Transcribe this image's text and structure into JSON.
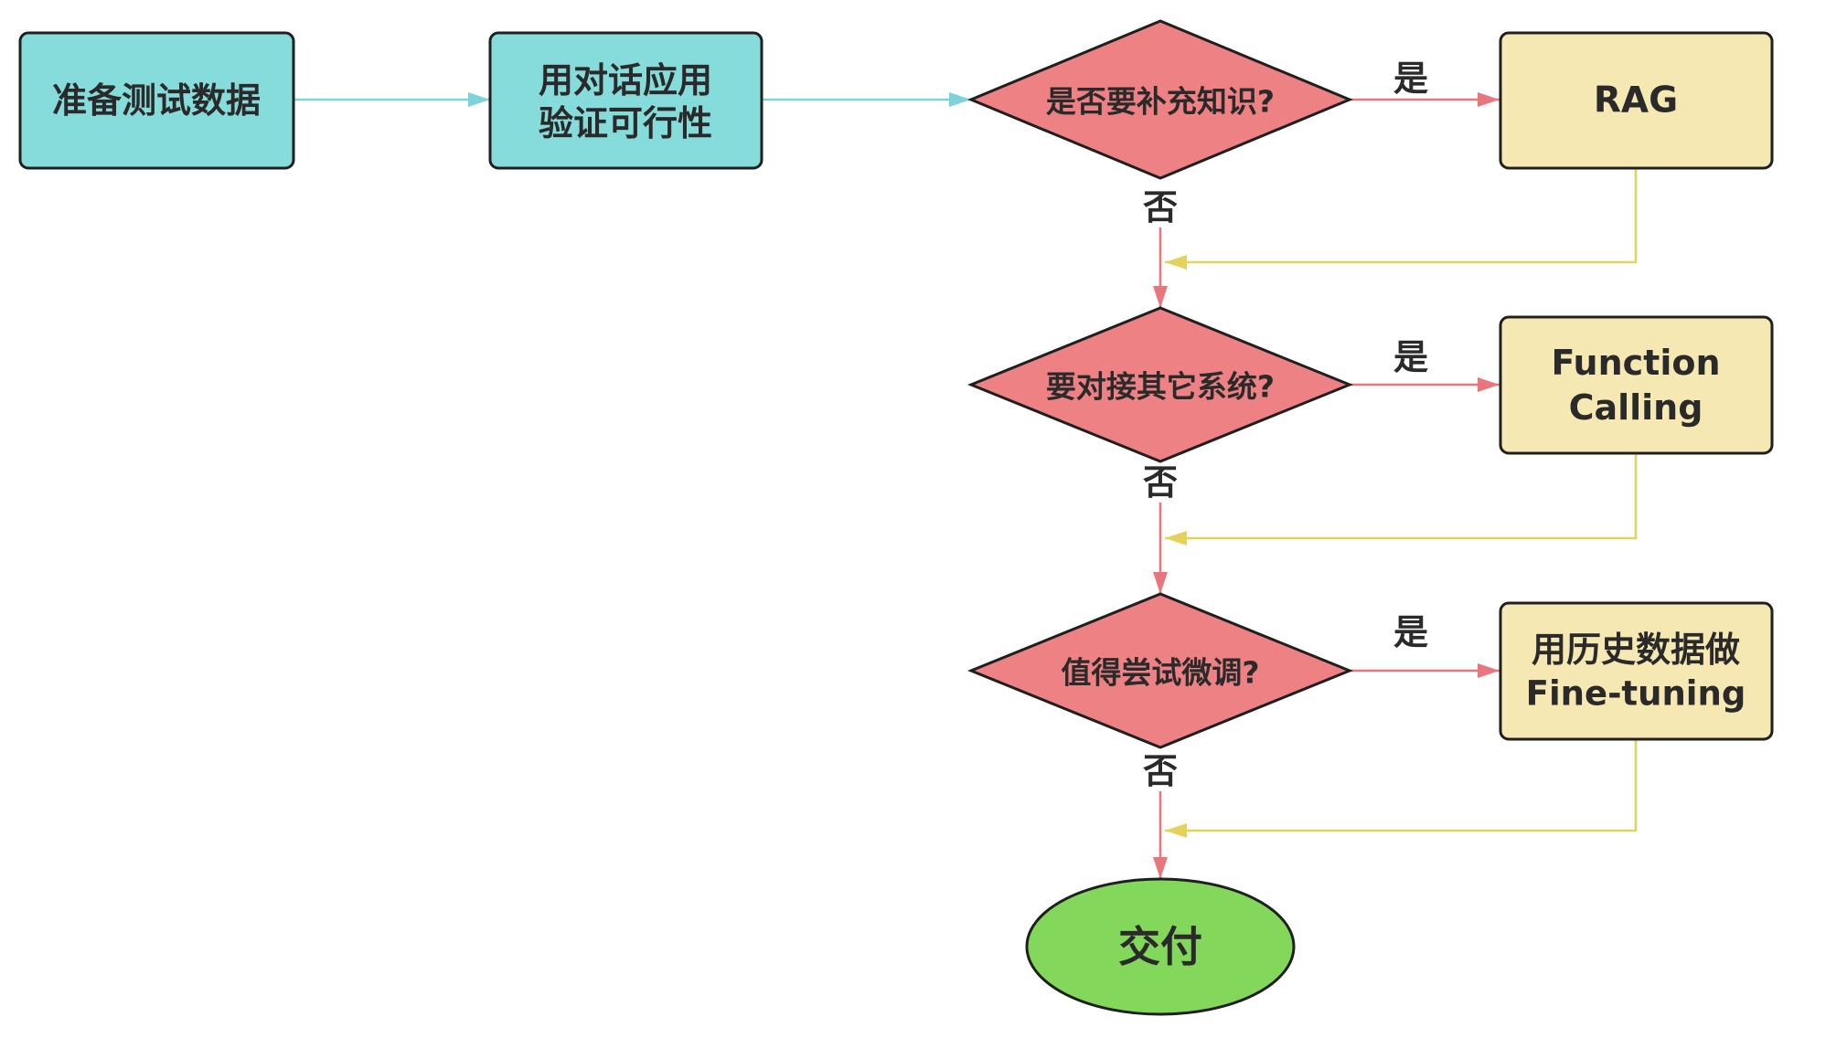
{
  "nodes": {
    "prepare_data": {
      "label": "准备测试数据"
    },
    "validate": {
      "lines": [
        "用对话应用",
        "验证可行性"
      ]
    },
    "q_knowledge": {
      "label": "是否要补充知识?"
    },
    "rag": {
      "label": "RAG"
    },
    "q_integration": {
      "label": "要对接其它系统?"
    },
    "function_calling": {
      "lines": [
        "Function",
        "Calling"
      ]
    },
    "q_finetune": {
      "label": "值得尝试微调?"
    },
    "finetune": {
      "lines": [
        "用历史数据做",
        "Fine-tuning"
      ]
    },
    "deliver": {
      "label": "交付"
    }
  },
  "branch_labels": {
    "yes": "是",
    "no": "否"
  },
  "colors": {
    "process": "#86DCDA",
    "decision": "#EE8183",
    "solution": "#F6E8B2",
    "terminal": "#83D75A",
    "flow_arrow": "#7CD3DA",
    "branch_arrow": "#E9767C",
    "return_line": "#E3D35C"
  }
}
